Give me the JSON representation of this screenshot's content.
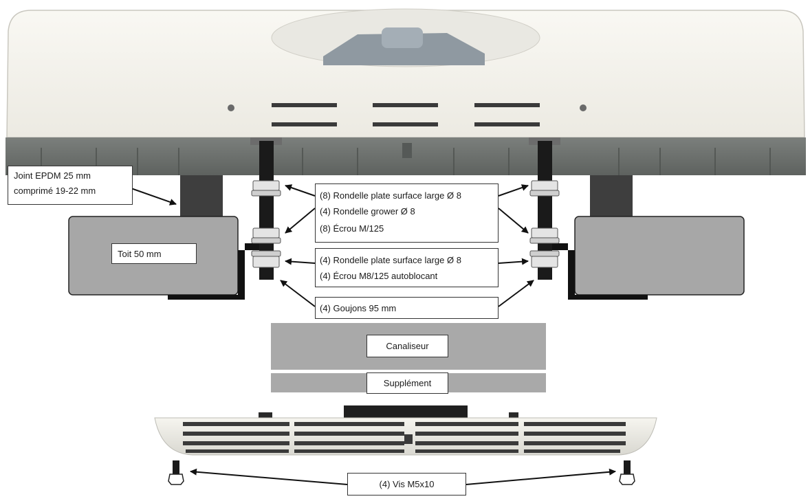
{
  "labels": {
    "joint_line1": "Joint EPDM 25 mm",
    "joint_line2": "comprimé 19-22 mm",
    "toit": "Toit 50 mm",
    "group1": [
      "(8) Rondelle plate surface large Ø 8",
      "(4) Rondelle grower Ø 8",
      "(8) Écrou M/125"
    ],
    "group2": [
      "(4) Rondelle plate surface large Ø 8",
      "(4) Écrou M8/125 autoblocant"
    ],
    "goujons": "(4) Goujons 95 mm",
    "canaliseur": "Canaliseur",
    "supplement": "Supplément",
    "vis": "(4) Vis M5x10"
  },
  "colors": {
    "unit_body": "#f3f2ec",
    "unit_base": "#6a6e6c",
    "roof": "#a7a7a7",
    "canaliseur": "#a9a9a9",
    "bracket": "#111111",
    "stud": "#1a1a1a",
    "nut": "#e4e4e4",
    "arrow": "#111111"
  }
}
